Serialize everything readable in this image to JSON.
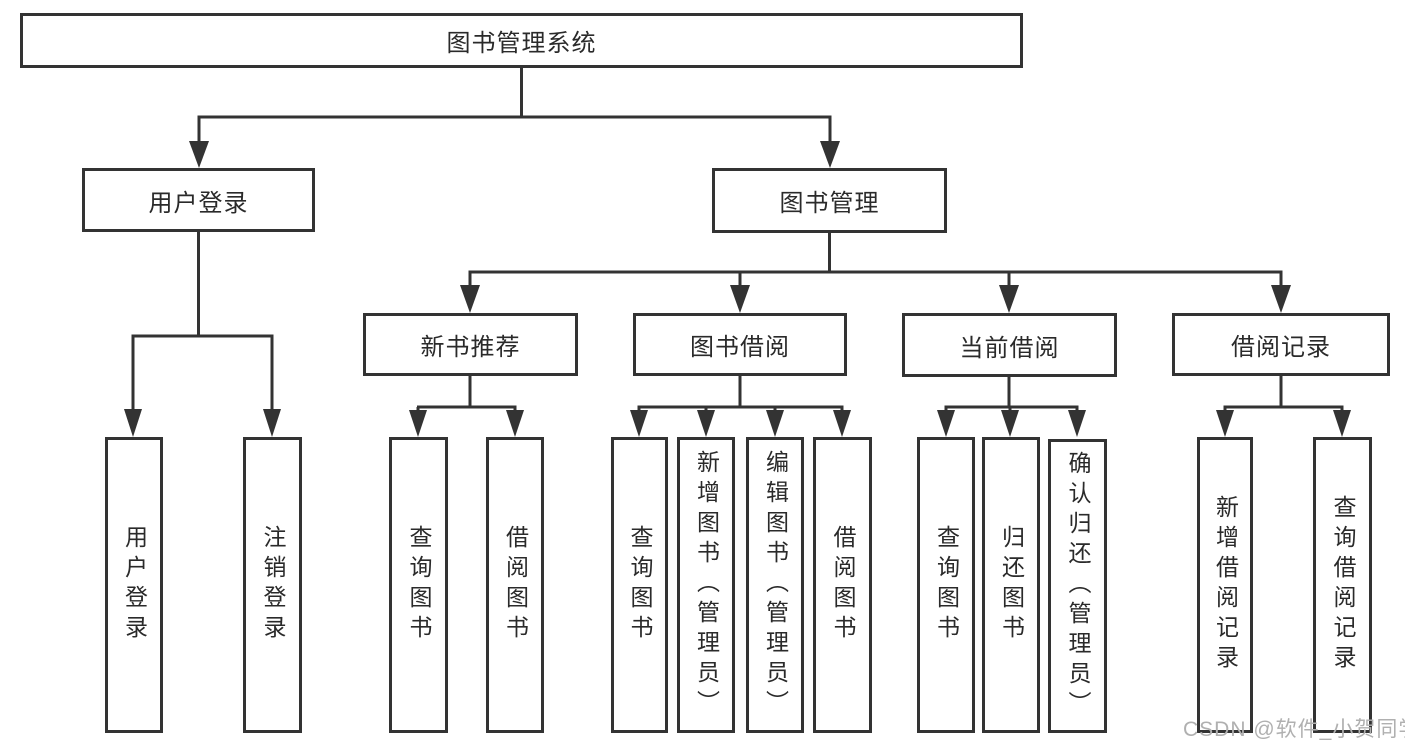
{
  "tree": {
    "root": {
      "label": "图书管理系统"
    },
    "children": [
      {
        "label": "用户登录",
        "children": [
          {
            "label": "用户登录"
          },
          {
            "label": "注销登录"
          }
        ]
      },
      {
        "label": "图书管理",
        "children": [
          {
            "label": "新书推荐",
            "children": [
              {
                "label": "查询图书"
              },
              {
                "label": "借阅图书"
              }
            ]
          },
          {
            "label": "图书借阅",
            "children": [
              {
                "label": "查询图书"
              },
              {
                "label": "新增图书（管理员）"
              },
              {
                "label": "编辑图书（管理员）"
              },
              {
                "label": "借阅图书"
              }
            ]
          },
          {
            "label": "当前借阅",
            "children": [
              {
                "label": "查询图书"
              },
              {
                "label": "归还图书"
              },
              {
                "label": "确认归还（管理员）"
              }
            ]
          },
          {
            "label": "借阅记录",
            "children": [
              {
                "label": "新增借阅记录"
              },
              {
                "label": "查询借阅记录"
              }
            ]
          }
        ]
      }
    ]
  },
  "watermark": {
    "label": "CSDN @软件_小贺同学"
  },
  "colors": {
    "line": "#333333",
    "text": "#2a2a2a",
    "watermark": "#b0b0b0",
    "background": "#ffffff"
  }
}
